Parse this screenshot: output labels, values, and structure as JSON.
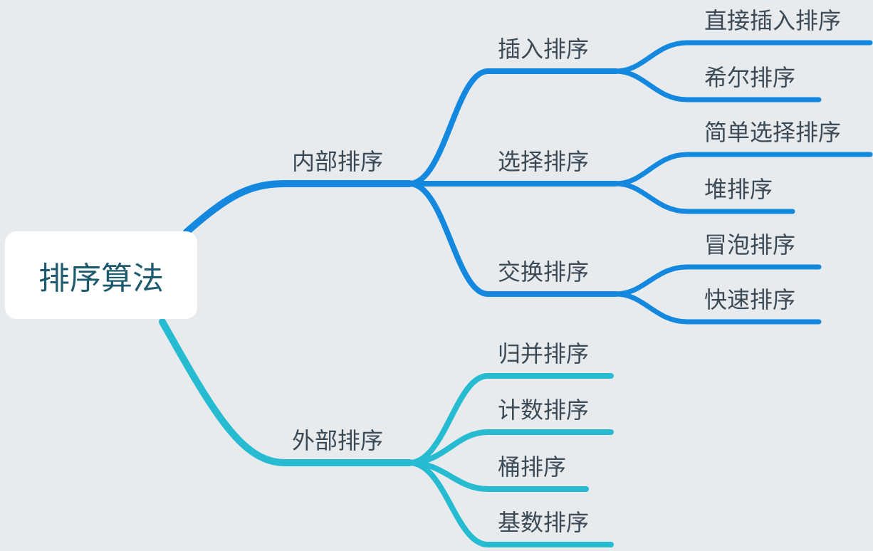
{
  "colors": {
    "internal": "#1488de",
    "external": "#27bbd2",
    "background": "#e7ebee",
    "text": "#3b4a55"
  },
  "root": {
    "label": "排序算法"
  },
  "branches": [
    {
      "label": "内部排序",
      "color": "#1488de",
      "children": [
        {
          "label": "插入排序",
          "children": [
            {
              "label": "直接插入排序"
            },
            {
              "label": "希尔排序"
            }
          ]
        },
        {
          "label": "选择排序",
          "children": [
            {
              "label": "简单选择排序"
            },
            {
              "label": "堆排序"
            }
          ]
        },
        {
          "label": "交换排序",
          "children": [
            {
              "label": "冒泡排序"
            },
            {
              "label": "快速排序"
            }
          ]
        }
      ]
    },
    {
      "label": "外部排序",
      "color": "#27bbd2",
      "children": [
        {
          "label": "归并排序"
        },
        {
          "label": "计数排序"
        },
        {
          "label": "桶排序"
        },
        {
          "label": "基数排序"
        }
      ]
    }
  ]
}
